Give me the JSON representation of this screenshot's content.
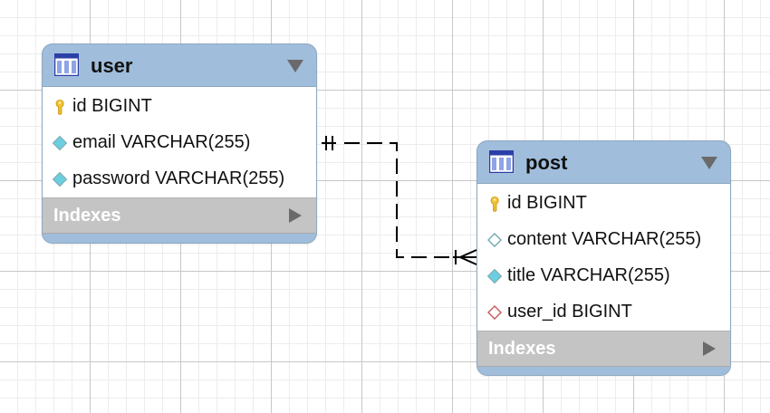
{
  "diagram": {
    "tables": [
      {
        "name": "user",
        "columns": [
          {
            "label": "id BIGINT",
            "kind": "primary-key"
          },
          {
            "label": "email VARCHAR(255)",
            "kind": "not-null"
          },
          {
            "label": "password VARCHAR(255)",
            "kind": "not-null"
          }
        ],
        "indexes_label": "Indexes"
      },
      {
        "name": "post",
        "columns": [
          {
            "label": "id BIGINT",
            "kind": "primary-key"
          },
          {
            "label": "content VARCHAR(255)",
            "kind": "nullable"
          },
          {
            "label": "title VARCHAR(255)",
            "kind": "not-null"
          },
          {
            "label": "user_id BIGINT",
            "kind": "foreign-key"
          }
        ],
        "indexes_label": "Indexes"
      }
    ],
    "relationship": {
      "from": "user",
      "to": "post",
      "from_cardinality": "one-and-only-one",
      "to_cardinality": "one-or-many",
      "style": "dashed"
    }
  },
  "colors": {
    "header": "#a0bddb",
    "indexes_bar": "#c4c4c4",
    "key_icon": "#f2c230",
    "column_icon": "#6ccfe0",
    "foreign_key_icon": "#c25a5a",
    "relationship_line": "#000000"
  }
}
